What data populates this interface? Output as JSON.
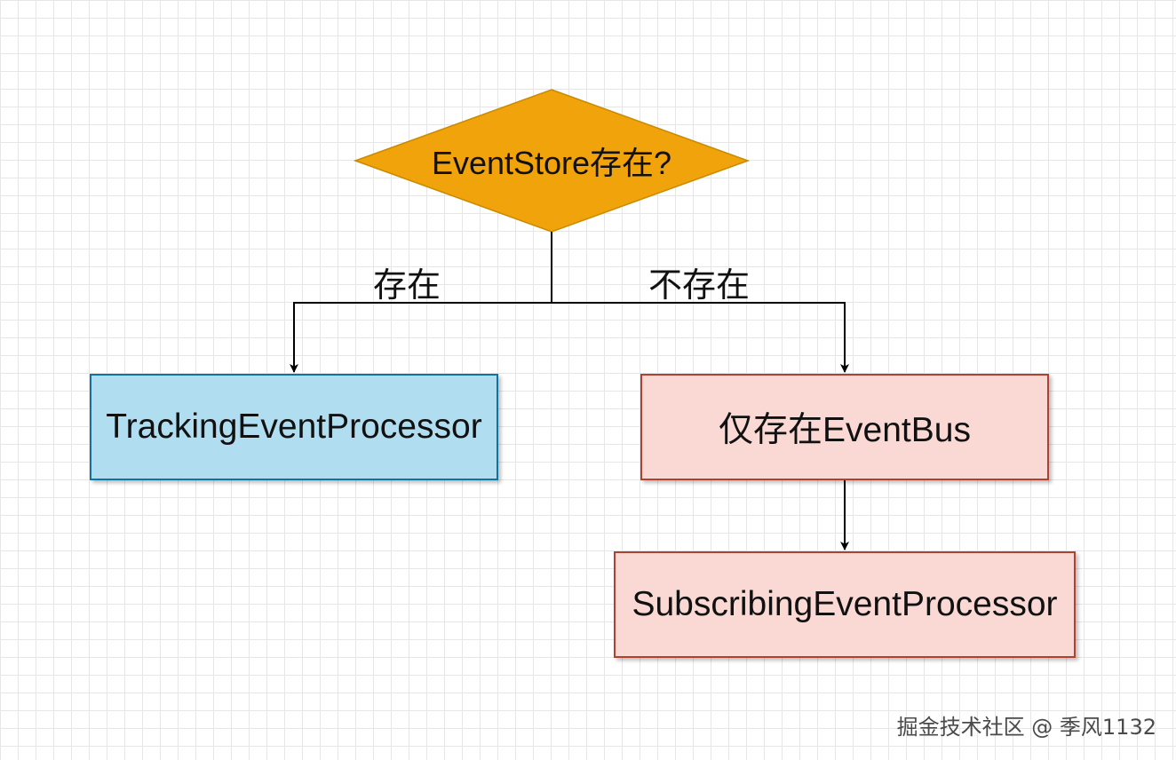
{
  "decision": {
    "label": "EventStore存在?",
    "fill": "#f0a30a",
    "stroke": "#c98a00"
  },
  "branches": {
    "yes_label": "存在",
    "no_label": "不存在"
  },
  "nodes": {
    "tracking": {
      "label": "TrackingEventProcessor",
      "fill": "#b1ddf0",
      "stroke": "#10739e"
    },
    "eventbus": {
      "label": "仅存在EventBus",
      "fill": "#fad9d5",
      "stroke": "#ae4132"
    },
    "subscribing": {
      "label": "SubscribingEventProcessor",
      "fill": "#fad9d5",
      "stroke": "#ae4132"
    }
  },
  "watermark": "掘金技术社区 @ 季风1132"
}
